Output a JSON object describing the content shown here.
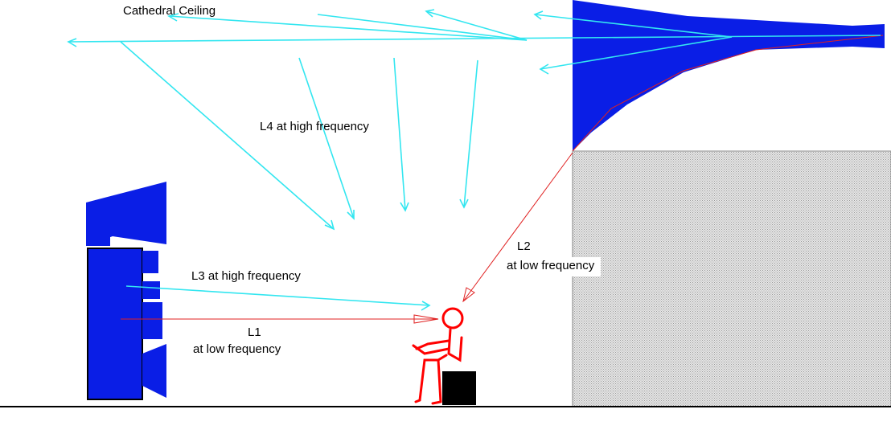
{
  "labels": {
    "ceiling": "Cathedral Ceiling",
    "l4": "L4 at high frequency",
    "l3": "L3 at high frequency",
    "l2_name": "L2",
    "l2_freq": "at low frequency",
    "l1_name": "L1",
    "l1_freq": "at low frequency"
  },
  "icons": [
    "speaker-horn-icon",
    "speaker-cabinet-icon",
    "person-icon",
    "seat-box-icon",
    "balcony-wall-icon",
    "balcony-overhang-icon"
  ],
  "colors": {
    "high_frequency_path": "#33e6f0",
    "low_frequency_path": "#e02020",
    "speaker": "#0a1ee6",
    "listener": "#ff0000",
    "wall_fill": "#d4d4d4",
    "floor": "#000000"
  }
}
